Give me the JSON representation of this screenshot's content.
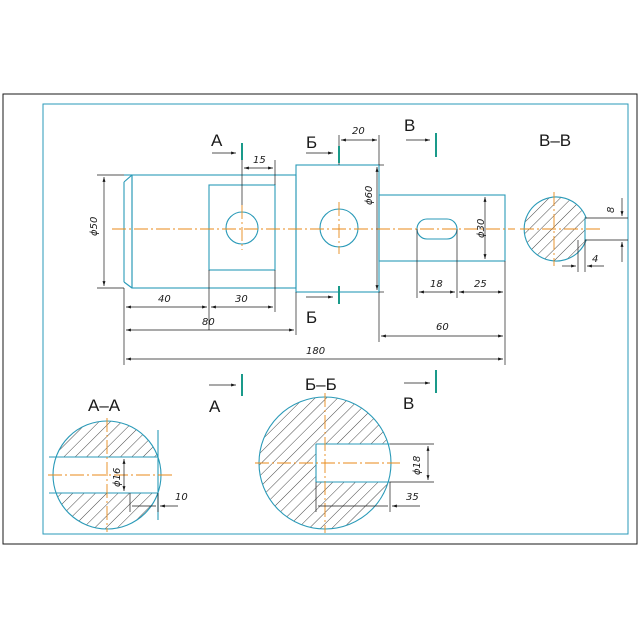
{
  "labels": {
    "a": "А",
    "b": "Б",
    "v": "В",
    "section_aa": "А–А",
    "section_bb": "Б–Б",
    "section_vv": "В–В"
  },
  "dimensions": {
    "d50": "ϕ50",
    "d60": "ϕ60",
    "d30": "ϕ30",
    "d16": "ϕ16",
    "d18": "ϕ18",
    "l15": "15",
    "l20": "20",
    "l40": "40",
    "l30": "30",
    "l80": "80",
    "l180": "180",
    "l60": "60",
    "l18": "18",
    "l25": "25",
    "l8": "8",
    "l4": "4",
    "l10": "10",
    "l35": "35"
  },
  "colors": {
    "part_outline": "#2a9ab8",
    "axis_line": "#e88a1a",
    "cut_mark": "#1a9a8a",
    "ink": "#1a1a1a"
  }
}
